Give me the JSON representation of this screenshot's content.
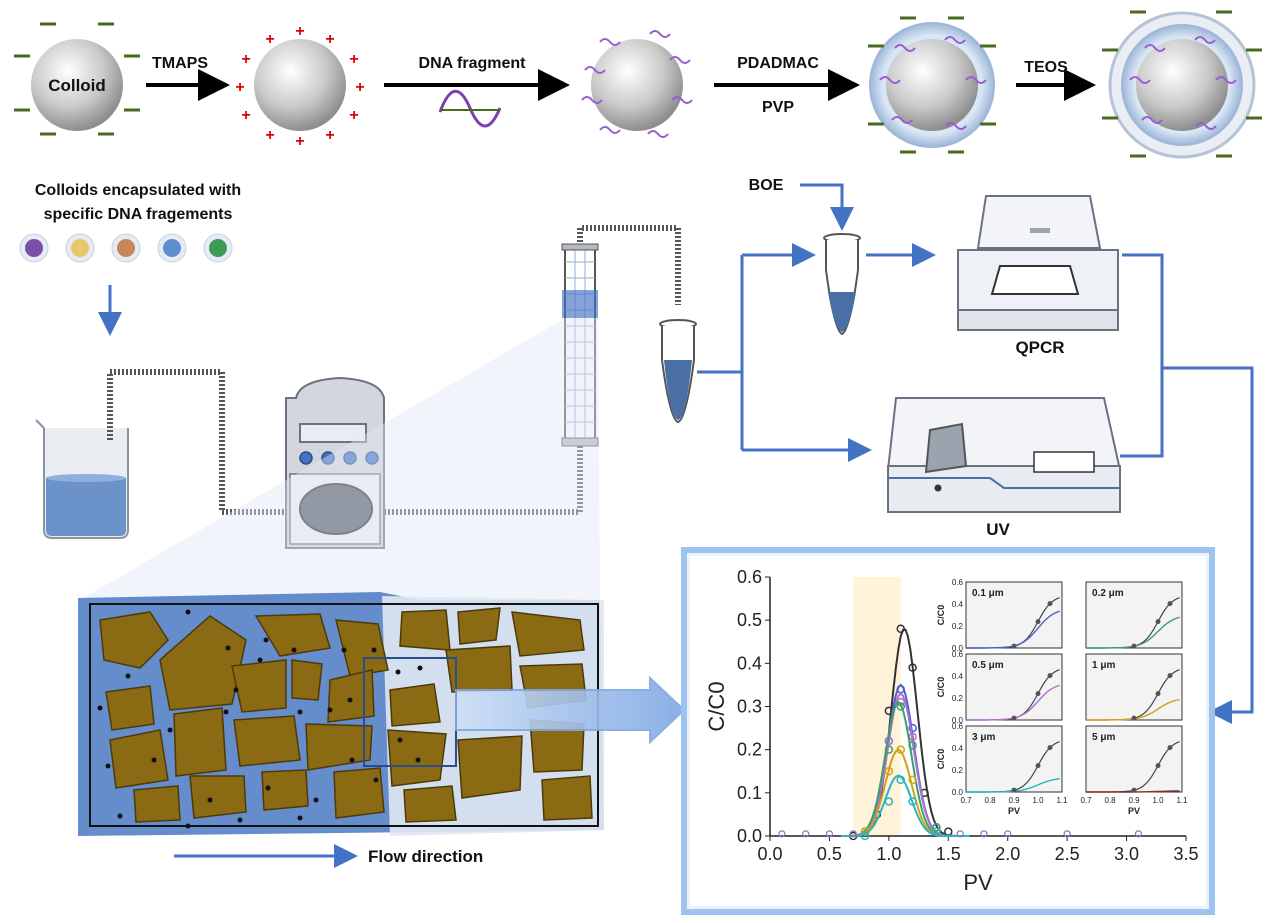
{
  "process": {
    "colloid_label": "Colloid",
    "step1": "TMAPS",
    "step2": "DNA fragment",
    "step3a": "PDADMAC",
    "step3b": "PVP",
    "step4": "TEOS"
  },
  "encapsulated": {
    "line1": "Colloids encapsulated with",
    "line2": "specific DNA fragements",
    "dot_colors": [
      "#7a4fa8",
      "#e8c86a",
      "#c8865a",
      "#5b8fd0",
      "#3c9a55"
    ]
  },
  "labels": {
    "boe": "BOE",
    "qpcr": "QPCR",
    "uv": "UV",
    "flow": "Flow direction"
  },
  "colors": {
    "arrow_blue": "#4472c4",
    "grain": "#8b6a14",
    "water": "#6b93c9",
    "highlight": "#fff3d9"
  },
  "chart_data": {
    "type": "line",
    "xlabel": "PV",
    "ylabel": "C/C0",
    "xlim": [
      0.0,
      3.5
    ],
    "ylim": [
      0.0,
      0.6
    ],
    "x_ticks": [
      "0.0",
      "0.5",
      "1.0",
      "1.5",
      "2.0",
      "2.5",
      "3.0",
      "3.5"
    ],
    "y_ticks": [
      "0.0",
      "0.1",
      "0.2",
      "0.3",
      "0.4",
      "0.5",
      "0.6"
    ],
    "shaded_range": [
      0.7,
      1.1
    ],
    "series": [
      {
        "color": "#333333",
        "peak": 0.48,
        "peak_x": 1.13,
        "x": [
          0.7,
          0.9,
          1.0,
          1.1,
          1.2,
          1.3,
          1.5
        ],
        "y": [
          0.0,
          0.05,
          0.29,
          0.48,
          0.39,
          0.1,
          0.01
        ]
      },
      {
        "color": "#4a5fcf",
        "peak": 0.35,
        "peak_x": 1.1,
        "x": [
          0.8,
          1.0,
          1.1,
          1.2,
          1.4
        ],
        "y": [
          0.01,
          0.22,
          0.34,
          0.25,
          0.02
        ]
      },
      {
        "color": "#b070d0",
        "peak": 0.33,
        "peak_x": 1.1,
        "x": [
          0.8,
          1.0,
          1.1,
          1.2,
          1.4
        ],
        "y": [
          0.01,
          0.22,
          0.31,
          0.23,
          0.02
        ]
      },
      {
        "color": "#3aa06a",
        "peak": 0.31,
        "peak_x": 1.08,
        "x": [
          0.8,
          1.0,
          1.1,
          1.2,
          1.4
        ],
        "y": [
          0.01,
          0.2,
          0.3,
          0.21,
          0.02
        ]
      },
      {
        "color": "#d4a017",
        "peak": 0.2,
        "peak_x": 1.08,
        "x": [
          0.8,
          1.0,
          1.1,
          1.2,
          1.4
        ],
        "y": [
          0.01,
          0.15,
          0.2,
          0.13,
          0.01
        ]
      },
      {
        "color": "#29b5c0",
        "peak": 0.14,
        "peak_x": 1.08,
        "x": [
          0.8,
          1.0,
          1.1,
          1.2,
          1.4
        ],
        "y": [
          0.0,
          0.08,
          0.13,
          0.08,
          0.01
        ]
      }
    ],
    "insets": [
      {
        "title": "0.1 μm",
        "color": "#4a5fcf"
      },
      {
        "title": "0.2 μm",
        "color": "#3aa06a"
      },
      {
        "title": "0.5 μm",
        "color": "#b070d0"
      },
      {
        "title": "1 μm",
        "color": "#d4a017"
      },
      {
        "title": "3 μm",
        "color": "#29b5c0"
      },
      {
        "title": "5 μm",
        "color": "#8b2a2a"
      }
    ],
    "inset_ylabel": "C/C0",
    "inset_xlabel": "PV",
    "inset_y_ticks": [
      "0.0",
      "0.2",
      "0.4",
      "0.6"
    ],
    "inset_x_ticks": [
      "0.7",
      "0.8",
      "0.9",
      "1.0",
      "1.1"
    ]
  }
}
